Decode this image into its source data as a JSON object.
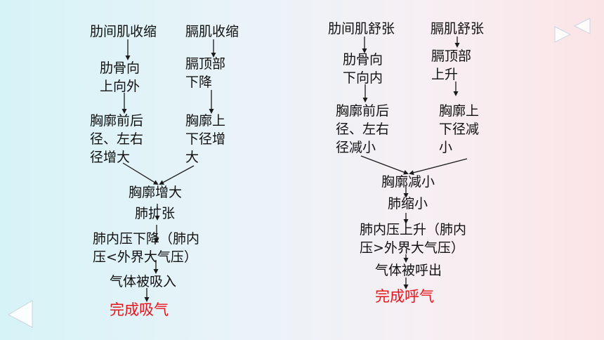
{
  "colors": {
    "result": "#e8141c",
    "arrow": "#1a1a1a"
  },
  "inhale": {
    "n1": "肋间肌收缩",
    "n2": "膈肌收缩",
    "n3": "肋骨向\n上向外",
    "n4": "膈顶部\n下降",
    "n5": "胸廓前后\n径、左右\n径增大",
    "n6": "胸廓上\n下径增\n大",
    "n7": "胸廓增大",
    "n8": "肺扩张",
    "n9": "肺内压下降（肺内\n压<外界大气压）",
    "n10": "气体被吸入",
    "n11": "完成吸气"
  },
  "exhale": {
    "n1": "肋间肌舒张",
    "n2": "膈肌舒张",
    "n3": "肋骨向\n下向内",
    "n4": "膈顶部\n上升",
    "n5": "胸廓前后\n径、左右\n径减小",
    "n6": "胸廓上\n下径减\n小",
    "n7": "胸廓减小",
    "n8": "肺缩小",
    "n9": "肺内压上升（肺内\n压>外界大气压）",
    "n10": "气体被呼出",
    "n11": "完成呼气"
  },
  "icons": [
    "play-right-icon",
    "play-left-icon",
    "play-left-icon"
  ]
}
